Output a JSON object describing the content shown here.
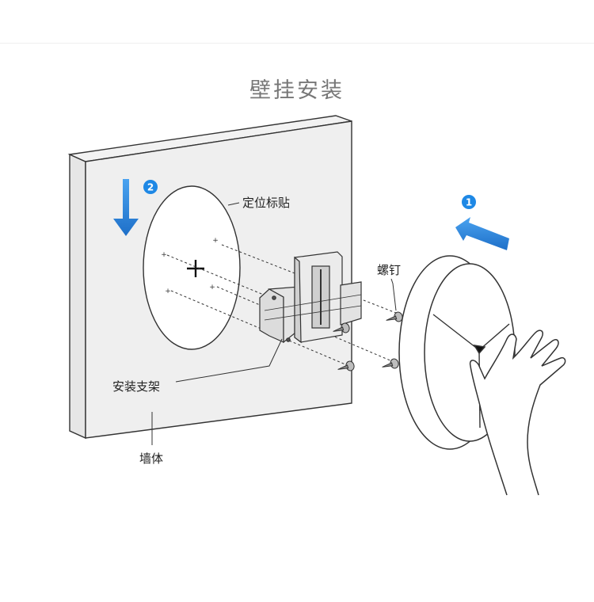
{
  "title": "壁挂安装",
  "labels": {
    "sticker": "定位标贴",
    "screw": "螺钉",
    "bracket": "安装支架",
    "wall": "墙体"
  },
  "steps": {
    "step1": "1",
    "step2": "2"
  },
  "colors": {
    "accent": "#1e88e5",
    "line": "#333333",
    "wall_face": "#efefef"
  }
}
